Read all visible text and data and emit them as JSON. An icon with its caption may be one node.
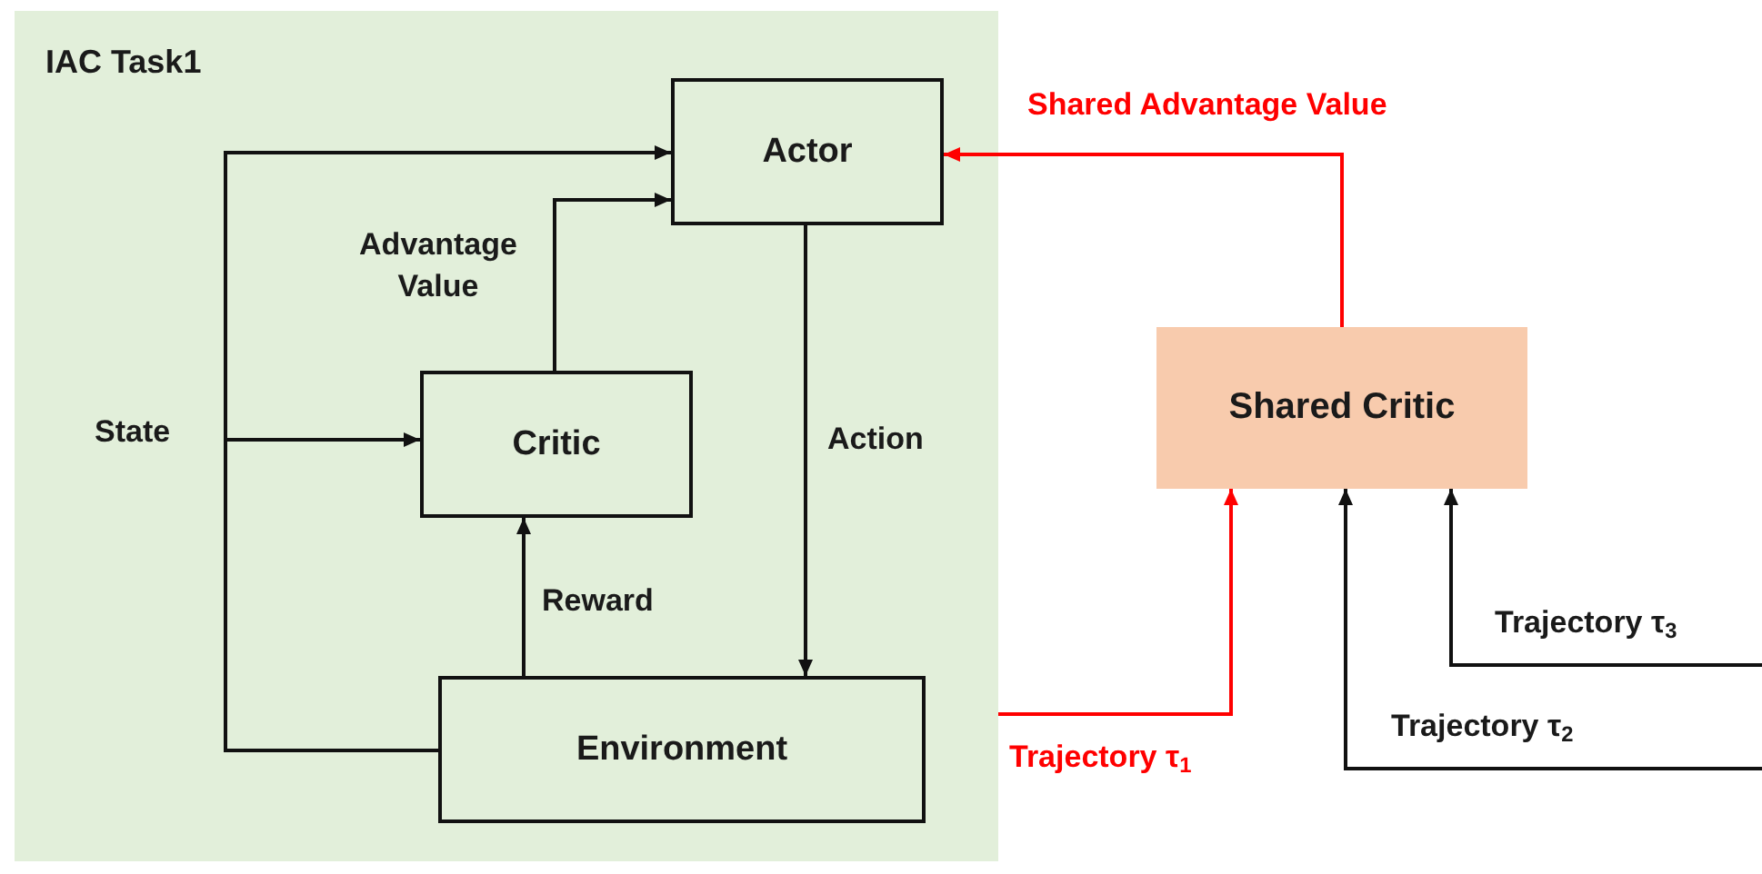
{
  "diagram": {
    "nodes": [
      {
        "text": [
          "IAC Task1"
        ]
      },
      {
        "text": [
          "Actor"
        ],
        "in": 0
      },
      {
        "text": [
          "Critic"
        ],
        "in": 0
      },
      {
        "text": [
          "Environment"
        ],
        "in": 0
      },
      {
        "text": [
          "Shared Critic"
        ]
      }
    ],
    "edges": [
      {
        "from": 3,
        "to": 1,
        "arrow": "to",
        "label": "State"
      },
      {
        "from": 3,
        "to": 2,
        "arrow": "to"
      },
      {
        "from": 2,
        "to": 1,
        "arrow": "to",
        "label": "Advantage Value"
      },
      {
        "from": 1,
        "to": 3,
        "arrow": "to",
        "label": "Action"
      },
      {
        "from": 3,
        "to": 2,
        "arrow": "to",
        "label": "Reward"
      },
      {
        "from": 4,
        "to": 1,
        "arrow": "to",
        "label": "Shared Advantage Value",
        "color": "#ff0000"
      },
      {
        "from": 0,
        "to": 4,
        "arrow": "to",
        "label": "Trajectory τ$_{1}$",
        "color": "#ff0000"
      },
      {
        "from": null,
        "to": 4,
        "arrow": "to",
        "label": "Trajectory τ$_{2}$"
      },
      {
        "from": null,
        "to": 4,
        "arrow": "to",
        "label": "Trajectory τ$_{3}$"
      }
    ]
  }
}
